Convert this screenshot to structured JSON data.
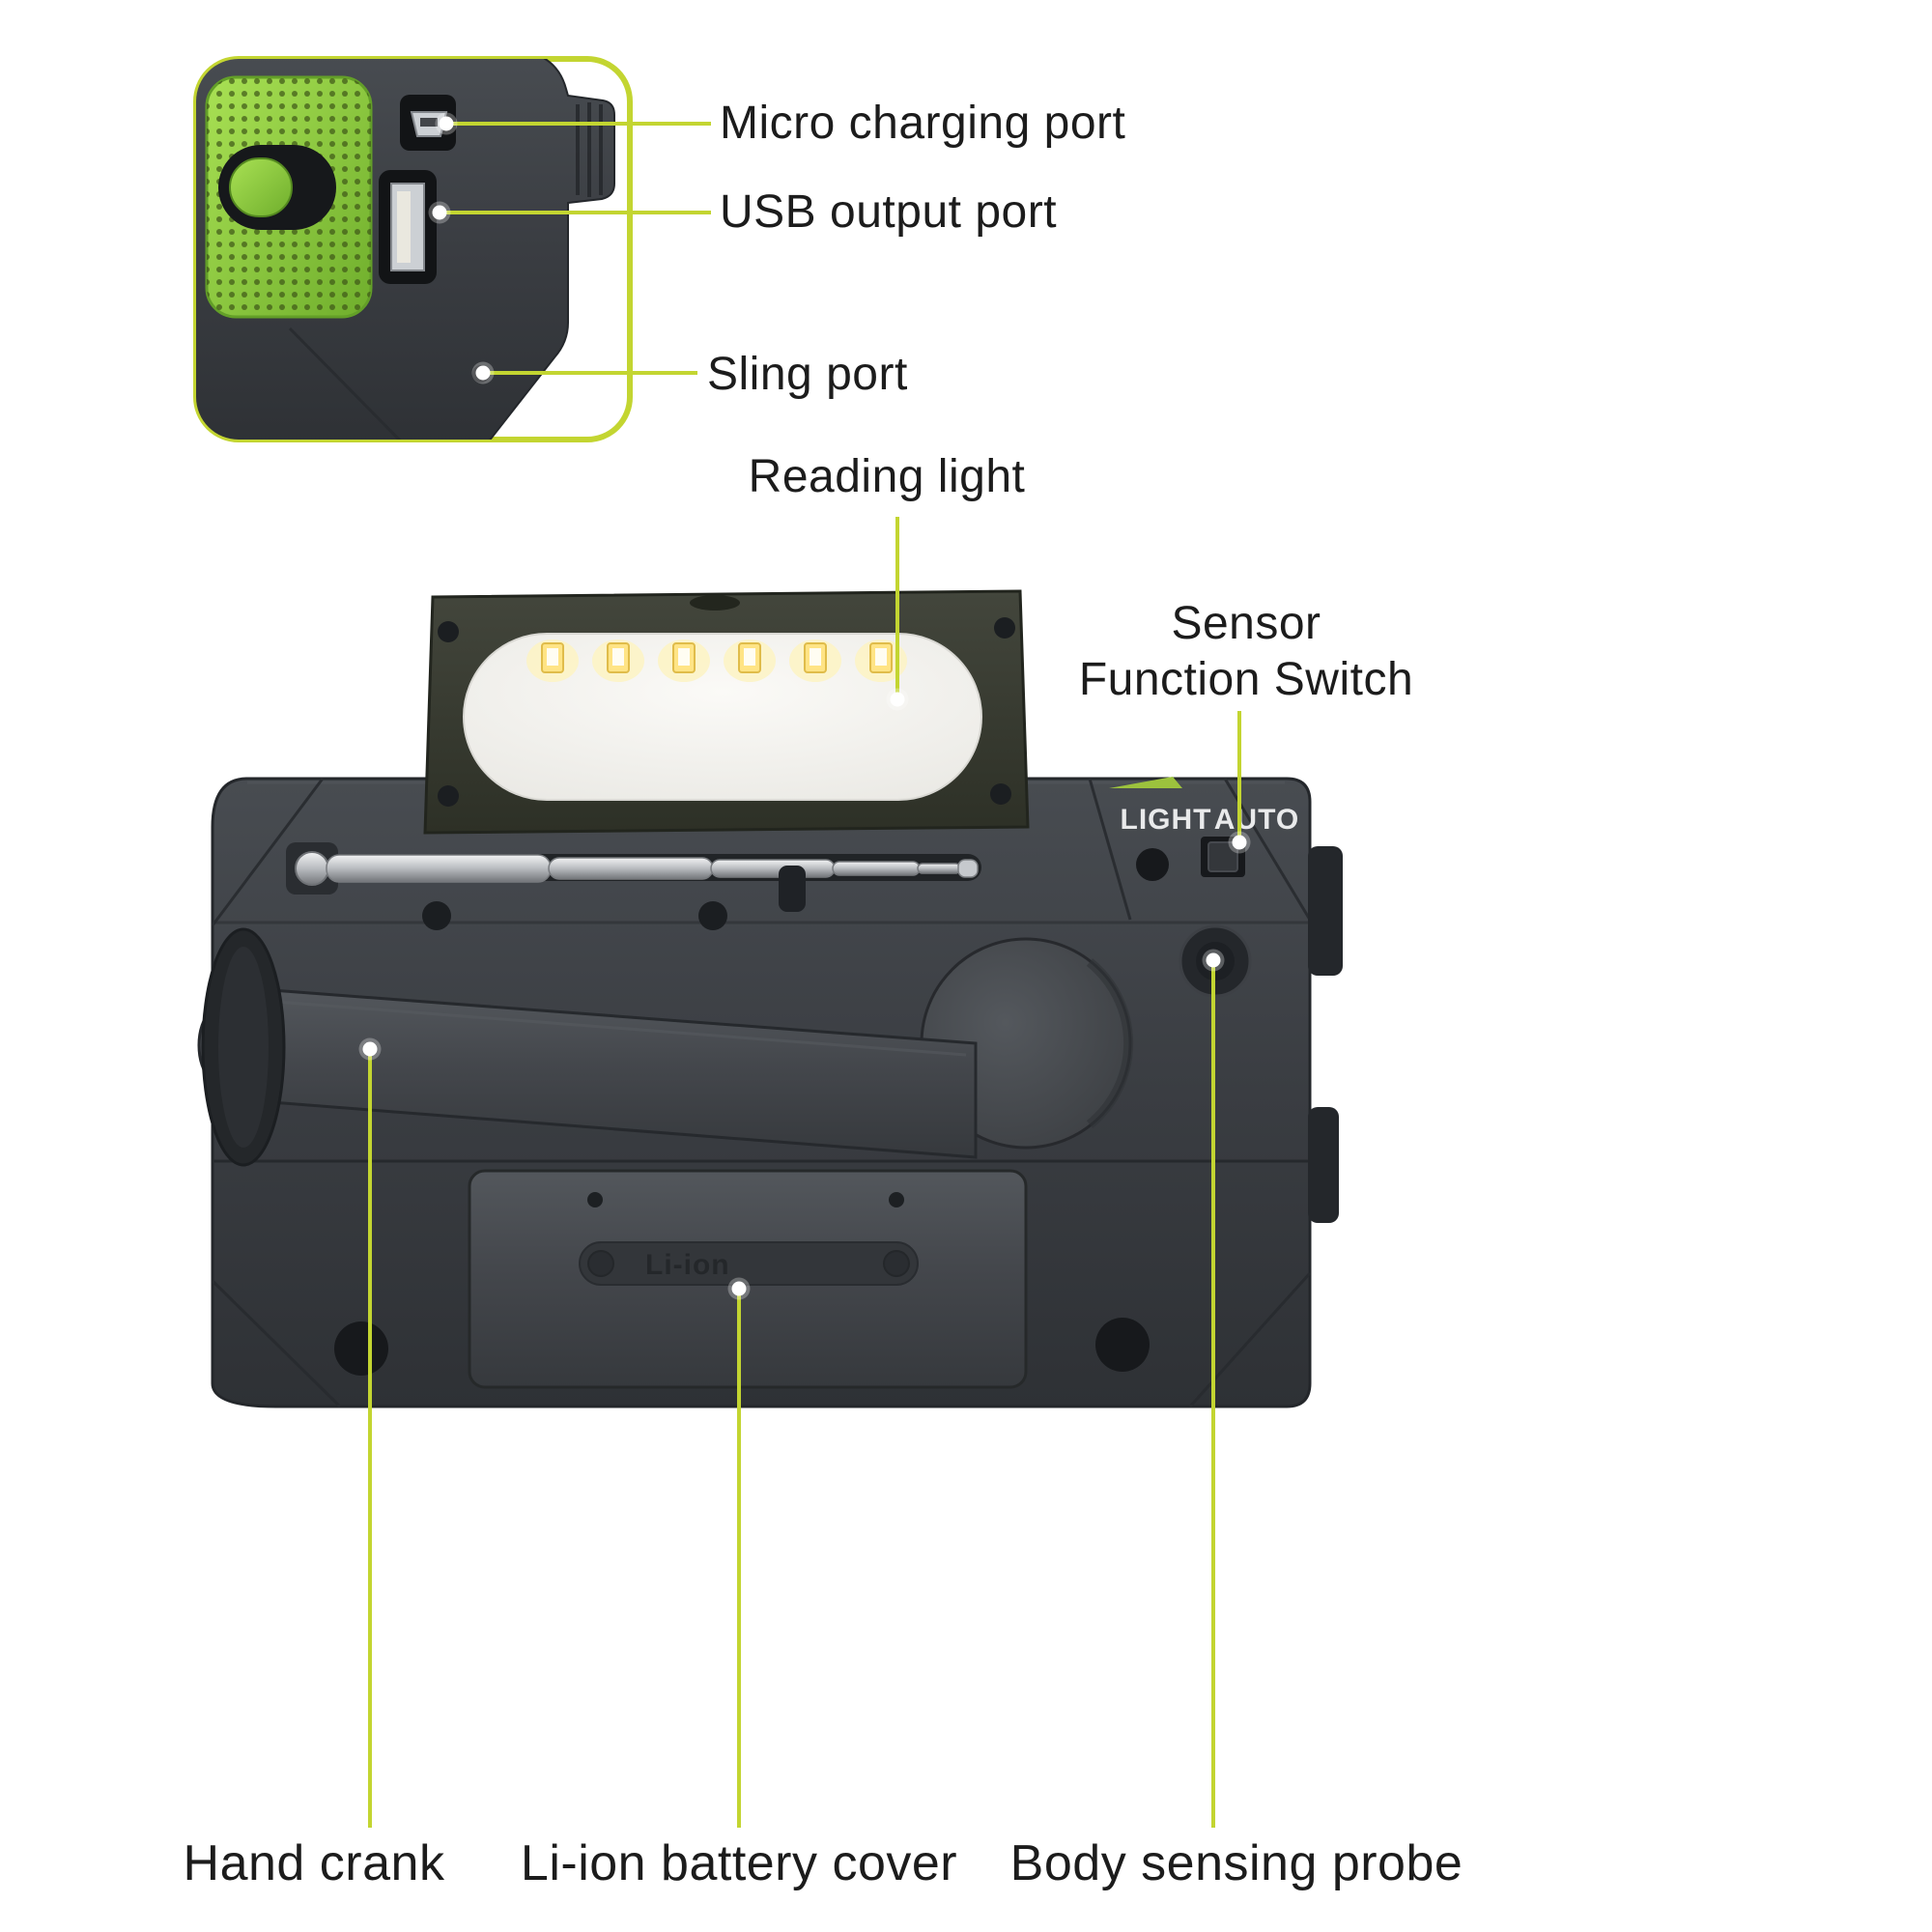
{
  "page": {
    "background": "#ffffff",
    "description": "Feature callout diagram of a hand-crank emergency radio flashlight"
  },
  "colors": {
    "callout_line": "#c3d531",
    "label_text": "#1c1c1c",
    "device_body": "#3a3d42",
    "accent_green": "#8fd13f",
    "led_glow": "#ffe485"
  },
  "callouts": {
    "micro_charging_port": "Micro charging port",
    "usb_output_port": "USB output port",
    "sling_port": "Sling port",
    "reading_light": "Reading light",
    "sensor_function_switch": {
      "line1": "Sensor",
      "line2": "Function Switch"
    },
    "hand_crank": "Hand crank",
    "li_ion_battery_cover": "Li-ion battery cover",
    "body_sensing_probe": "Body sensing probe"
  },
  "device_markings": {
    "light": "LIGHT",
    "auto": "AUTO",
    "battery_label": "Li-ion"
  }
}
